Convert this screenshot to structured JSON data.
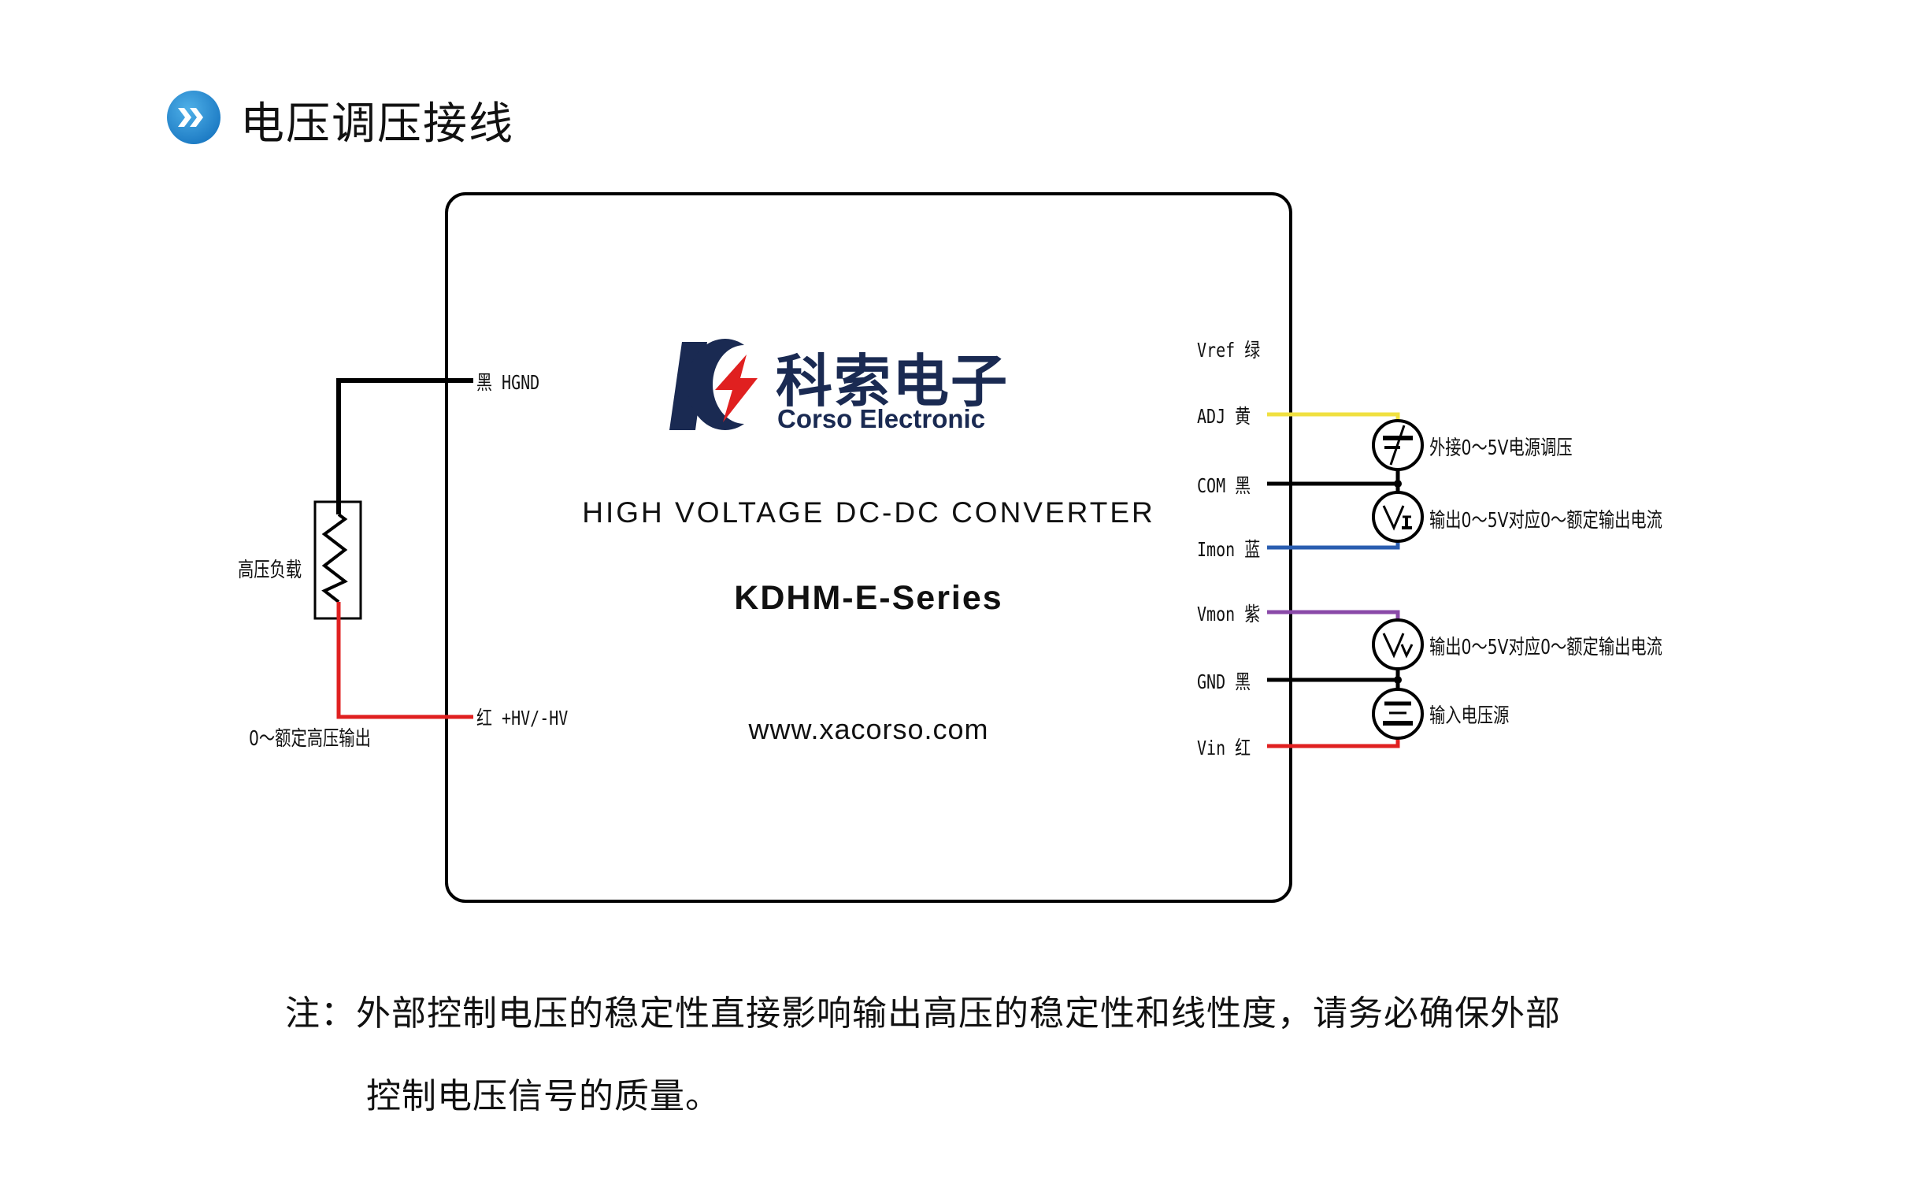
{
  "header": {
    "icon": "double-chevron-right-icon",
    "title": "电压调压接线"
  },
  "module": {
    "brand_cn": "科索电子",
    "brand_en": "Corso Electronic",
    "subtitle": "HIGH VOLTAGE DC-DC CONVERTER",
    "series": "KDHM-E-Series",
    "website": "www.xacorso.com"
  },
  "left_pins": [
    {
      "label": "黑  HGND",
      "color": "#000000"
    },
    {
      "label": "红  +HV/-HV",
      "color": "#e02020"
    }
  ],
  "load": {
    "label": "高压负载",
    "output_label": "0～额定高压输出"
  },
  "right_pins": [
    {
      "label": "Vref 绿",
      "color": null
    },
    {
      "label": "ADJ 黄",
      "color": "#f0e040"
    },
    {
      "label": "COM 黑",
      "color": "#000000"
    },
    {
      "label": "Imon 蓝",
      "color": "#2a5db0"
    },
    {
      "label": "Vmon 紫",
      "color": "#8a4aa8"
    },
    {
      "label": "GND 黑",
      "color": "#000000"
    },
    {
      "label": "Vin 红",
      "color": "#e02020"
    }
  ],
  "components": [
    {
      "type": "adjustable-source",
      "desc": "外接0～5V电源调压"
    },
    {
      "type": "current-meter",
      "symbol": "VI",
      "desc": "输出0～5V对应0～额定输出电流"
    },
    {
      "type": "voltage-meter",
      "symbol": "VV",
      "desc": "输出0～5V对应0～额定输出电流"
    },
    {
      "type": "dc-source",
      "desc": "输入电压源"
    }
  ],
  "note": {
    "line1": "注：外部控制电压的稳定性直接影响输出高压的稳定性和线性度，请务必确保外部",
    "line2": "控制电压信号的质量。"
  }
}
